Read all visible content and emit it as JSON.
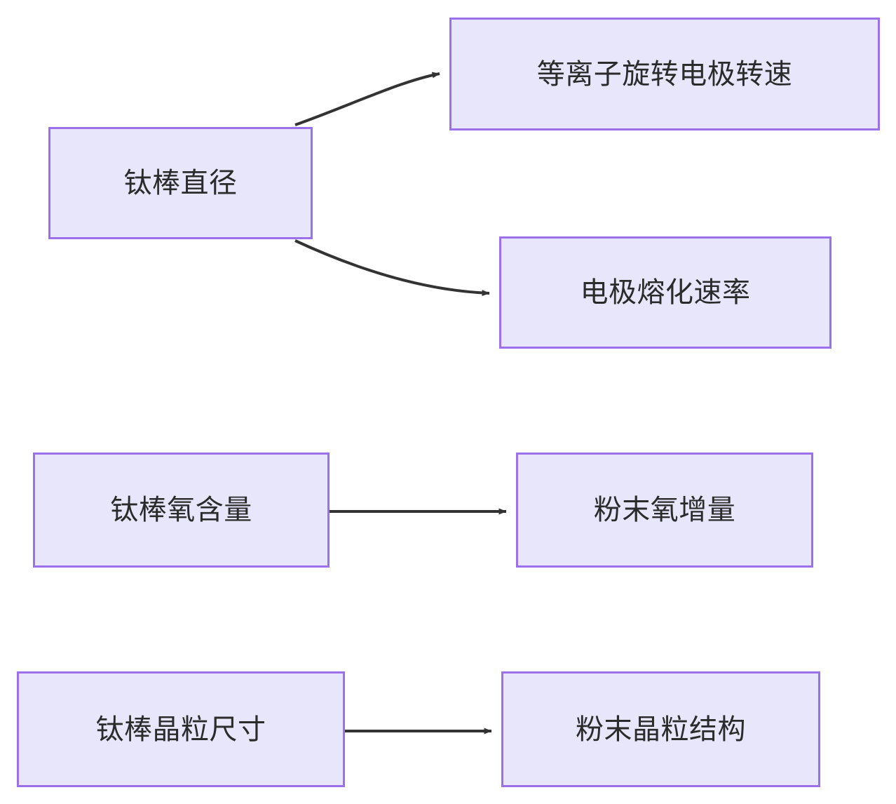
{
  "diagram": {
    "type": "flowchart",
    "direction": "left-to-right",
    "background_color": "#ffffff",
    "node_fill_color": "#e8e6fb",
    "node_border_color": "#9b70ea",
    "node_text_color": "#2b2b2b",
    "edge_color": "#333333",
    "nodes": [
      {
        "id": "rod-diameter",
        "label": "钛棒直径"
      },
      {
        "id": "plasma-speed",
        "label": "等离子旋转电极转速"
      },
      {
        "id": "melt-rate",
        "label": "电极熔化速率"
      },
      {
        "id": "rod-oxygen",
        "label": "钛棒氧含量"
      },
      {
        "id": "powder-oxygen",
        "label": "粉末氧增量"
      },
      {
        "id": "rod-grain-size",
        "label": "钛棒晶粒尺寸"
      },
      {
        "id": "powder-grain",
        "label": "粉末晶粒结构"
      }
    ],
    "edges": [
      {
        "id": "edge-1",
        "from": "rod-diameter",
        "to": "plasma-speed",
        "style": "curved",
        "arrow": "single",
        "label": ""
      },
      {
        "id": "edge-2",
        "from": "rod-diameter",
        "to": "melt-rate",
        "style": "curved",
        "arrow": "single",
        "label": ""
      },
      {
        "id": "edge-3",
        "from": "rod-oxygen",
        "to": "powder-oxygen",
        "style": "straight",
        "arrow": "single",
        "label": ""
      },
      {
        "id": "edge-4",
        "from": "rod-grain-size",
        "to": "powder-grain",
        "style": "straight",
        "arrow": "single",
        "label": ""
      }
    ]
  }
}
